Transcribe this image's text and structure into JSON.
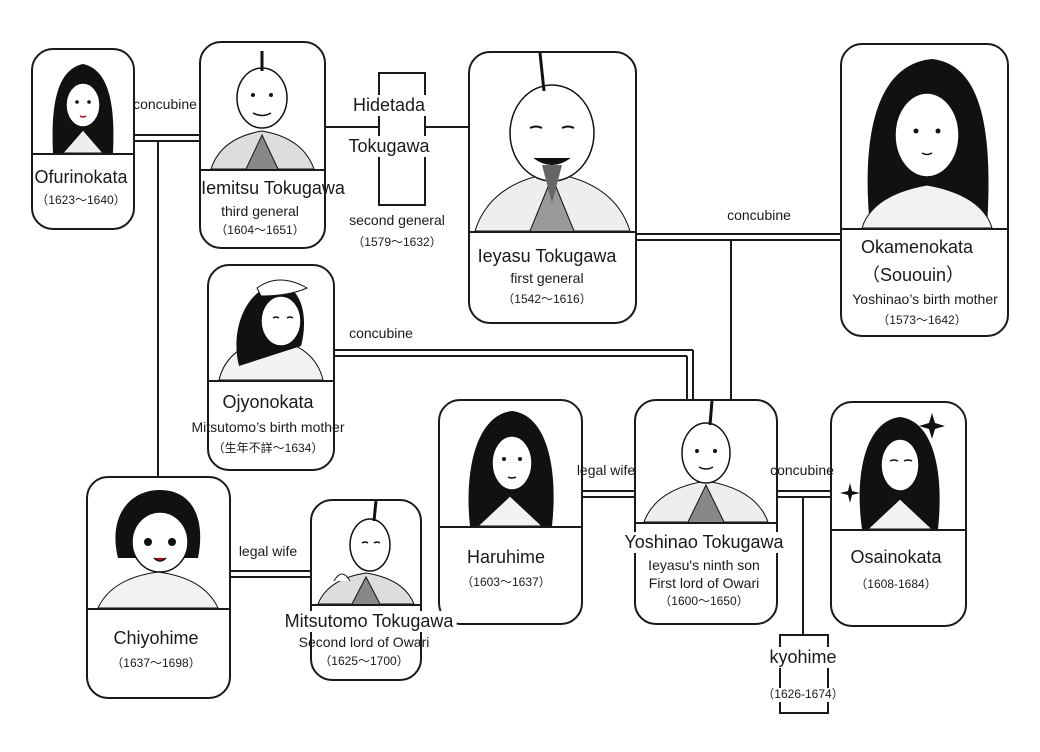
{
  "people": {
    "ofurinokata": {
      "name": "Ofurinokata",
      "years": "（1623～1640）"
    },
    "iemitsu": {
      "name": "Iemitsu Tokugawa",
      "role": "third general",
      "years": "（1604～1651）"
    },
    "hidetada": {
      "name_line1": "Hidetada",
      "name_line2": "Tokugawa",
      "role": "second general",
      "years": "（1579～1632）"
    },
    "ieyasu": {
      "name": "Ieyasu Tokugawa",
      "role": "first general",
      "years": "（1542～1616）"
    },
    "okamenokata": {
      "name": "Okamenokata",
      "alias": "（Sououin）",
      "role": "Yoshinao’s  birth mother",
      "years": "（1573～1642）"
    },
    "ojyonokata": {
      "name": "Ojyonokata",
      "role": "Mitsutomo’s birth mother",
      "years": "（生年不詳～1634）"
    },
    "haruhime": {
      "name": "Haruhime",
      "years": "（1603～1637）"
    },
    "yoshinao": {
      "name": "Yoshinao Tokugawa",
      "role": "Ieyasu's ninth son",
      "role2": "First lord of Owari",
      "years": "（1600～1650）"
    },
    "osainokata": {
      "name": "Osainokata",
      "years": "（1608-1684）"
    },
    "chiyohime": {
      "name": "Chiyohime",
      "years": "（1637～1698）"
    },
    "mitsutomo": {
      "name": "Mitsutomo Tokugawa",
      "role": "Second lord of Owari",
      "years": "（1625～1700）"
    },
    "kyohime": {
      "name": "kyohime",
      "years": "（1626-1674）"
    }
  },
  "relations": {
    "ofuri_iemitsu": "concubine",
    "okame_ieyasu": "concubine",
    "ojyo_yoshinao": "concubine",
    "haru_yoshinao": "legal wife",
    "osai_yoshinao": "concubine",
    "chiyo_mitsutomo": "legal wife"
  }
}
